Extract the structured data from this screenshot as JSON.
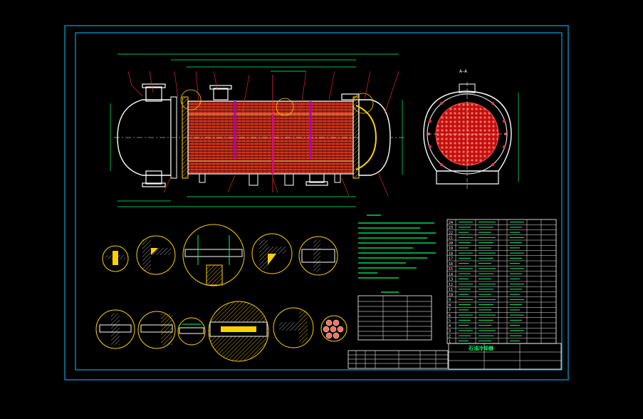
{
  "section_label": "A—A",
  "title_block_name": "石油冷却器",
  "bom_rows": [
    "24",
    "23",
    "22",
    "21",
    "20",
    "19",
    "18",
    "17",
    "16",
    "15",
    "14",
    "13",
    "12",
    "11",
    "10",
    "9",
    "8",
    "7",
    "6",
    "5",
    "4",
    "3",
    "2",
    "1"
  ],
  "colors": {
    "background": "#000000",
    "border": "#00c8ff",
    "outline": "#ffffff",
    "shell_fill": "#c8321e",
    "tube": "#ff4040",
    "dimension": "#00ff66",
    "weld": "#ffd000",
    "baffle": "#b000b0",
    "leader": "#ff3030"
  }
}
